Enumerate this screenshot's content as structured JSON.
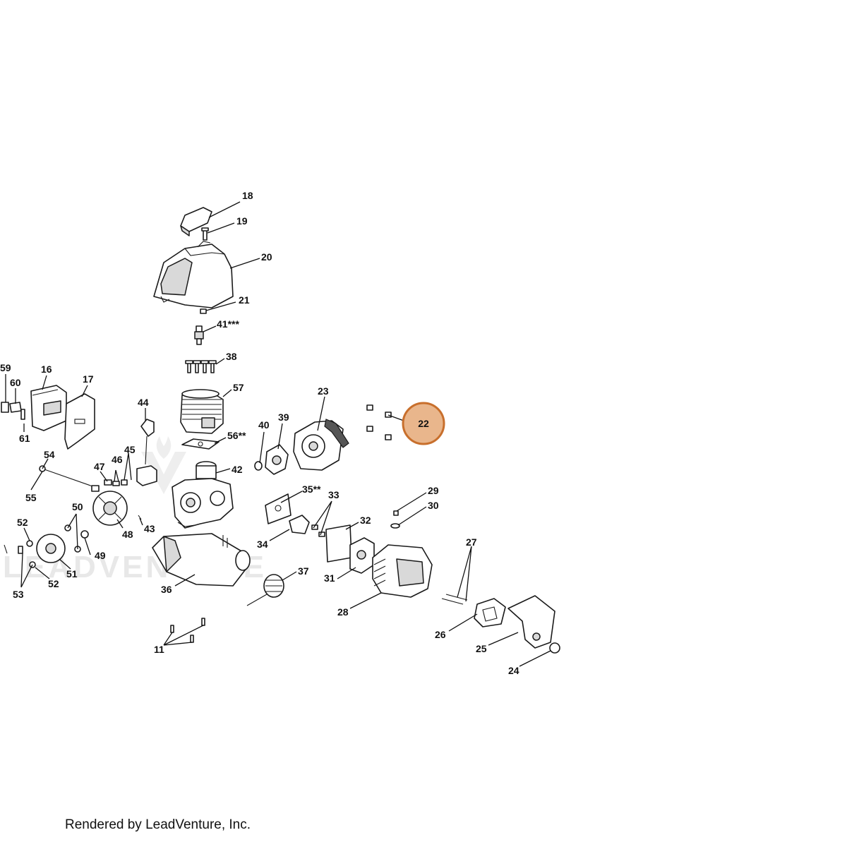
{
  "diagram": {
    "watermark": "LEADVENTURE",
    "highlighted_callout": "22",
    "highlight_color": "#e9b68c",
    "highlight_border_color": "#c86f2c",
    "callouts": [
      {
        "id": "c18",
        "text": "18"
      },
      {
        "id": "c19",
        "text": "19"
      },
      {
        "id": "c20",
        "text": "20"
      },
      {
        "id": "c21",
        "text": "21"
      },
      {
        "id": "c41",
        "text": "41***"
      },
      {
        "id": "c38",
        "text": "38"
      },
      {
        "id": "c57",
        "text": "57"
      },
      {
        "id": "c56",
        "text": "56**"
      },
      {
        "id": "c42",
        "text": "42"
      },
      {
        "id": "c44",
        "text": "44"
      },
      {
        "id": "c45",
        "text": "45"
      },
      {
        "id": "c46",
        "text": "46"
      },
      {
        "id": "c47",
        "text": "47"
      },
      {
        "id": "c43",
        "text": "43"
      },
      {
        "id": "c59",
        "text": "59"
      },
      {
        "id": "c60",
        "text": "60"
      },
      {
        "id": "c61",
        "text": "61"
      },
      {
        "id": "c16",
        "text": "16"
      },
      {
        "id": "c17",
        "text": "17"
      },
      {
        "id": "c54",
        "text": "54"
      },
      {
        "id": "c55",
        "text": "55"
      },
      {
        "id": "c50",
        "text": "50"
      },
      {
        "id": "c49",
        "text": "49"
      },
      {
        "id": "c48",
        "text": "48"
      },
      {
        "id": "c51",
        "text": "51"
      },
      {
        "id": "c52a",
        "text": "52"
      },
      {
        "id": "c52b",
        "text": "52"
      },
      {
        "id": "c53",
        "text": "53"
      },
      {
        "id": "c36",
        "text": "36"
      },
      {
        "id": "c37",
        "text": "37"
      },
      {
        "id": "c11",
        "text": "11"
      },
      {
        "id": "c40",
        "text": "40"
      },
      {
        "id": "c39",
        "text": "39"
      },
      {
        "id": "c23",
        "text": "23"
      },
      {
        "id": "c35",
        "text": "35**"
      },
      {
        "id": "c33",
        "text": "33"
      },
      {
        "id": "c34",
        "text": "34"
      },
      {
        "id": "c32",
        "text": "32"
      },
      {
        "id": "c31",
        "text": "31"
      },
      {
        "id": "c28",
        "text": "28"
      },
      {
        "id": "c29",
        "text": "29"
      },
      {
        "id": "c30",
        "text": "30"
      },
      {
        "id": "c27",
        "text": "27"
      },
      {
        "id": "c26",
        "text": "26"
      },
      {
        "id": "c25",
        "text": "25"
      },
      {
        "id": "c24",
        "text": "24"
      }
    ]
  },
  "footer": {
    "credit": "Rendered by LeadVenture, Inc."
  }
}
